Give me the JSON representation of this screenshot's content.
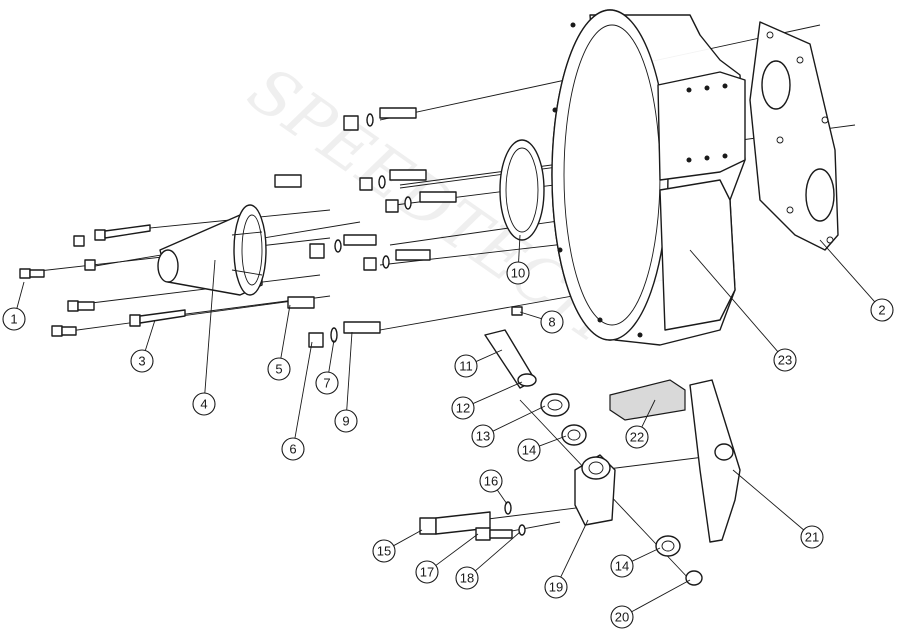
{
  "diagram": {
    "type": "exploded-parts-view",
    "callouts": [
      {
        "id": "c1",
        "label": "1"
      },
      {
        "id": "c2",
        "label": "2"
      },
      {
        "id": "c3",
        "label": "3"
      },
      {
        "id": "c4",
        "label": "4"
      },
      {
        "id": "c5",
        "label": "5"
      },
      {
        "id": "c6",
        "label": "6"
      },
      {
        "id": "c7",
        "label": "7"
      },
      {
        "id": "c8",
        "label": "8"
      },
      {
        "id": "c9",
        "label": "9"
      },
      {
        "id": "c10",
        "label": "10"
      },
      {
        "id": "c11",
        "label": "11"
      },
      {
        "id": "c12",
        "label": "12"
      },
      {
        "id": "c13",
        "label": "13"
      },
      {
        "id": "c14a",
        "label": "14"
      },
      {
        "id": "c14b",
        "label": "14"
      },
      {
        "id": "c15",
        "label": "15"
      },
      {
        "id": "c16",
        "label": "16"
      },
      {
        "id": "c17",
        "label": "17"
      },
      {
        "id": "c18",
        "label": "18"
      },
      {
        "id": "c19",
        "label": "19"
      },
      {
        "id": "c20",
        "label": "20"
      },
      {
        "id": "c21",
        "label": "21"
      },
      {
        "id": "c22",
        "label": "22"
      },
      {
        "id": "c23",
        "label": "23"
      }
    ]
  }
}
